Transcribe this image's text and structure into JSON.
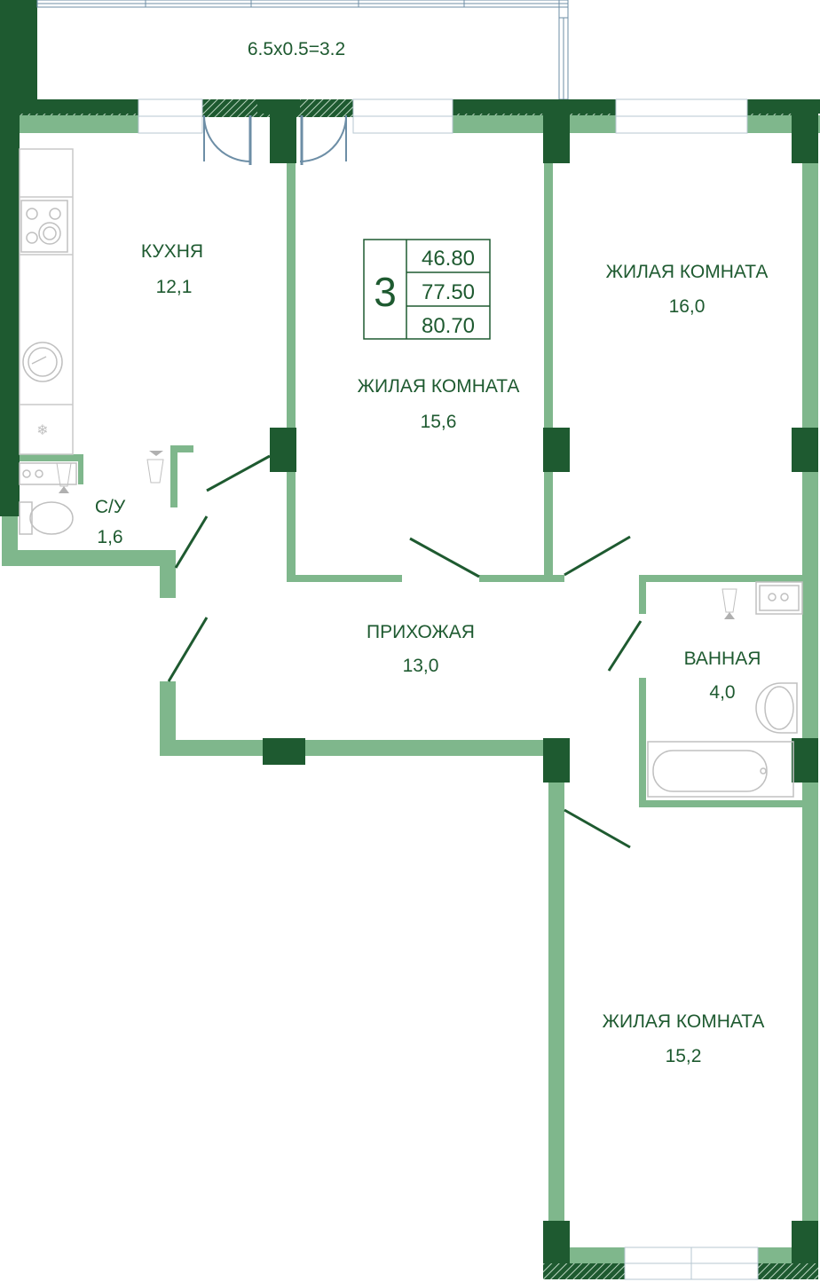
{
  "balcony": {
    "dimensions": "6.5x0.5=3.2"
  },
  "summary": {
    "rooms_count": "3",
    "living_area": "46.80",
    "total_area": "77.50",
    "total_with_balcony": "80.70"
  },
  "rooms": [
    {
      "id": "kitchen",
      "name": "КУХНЯ",
      "area": "12,1"
    },
    {
      "id": "living1",
      "name": "ЖИЛАЯ КОМНАТА",
      "area": "15,6"
    },
    {
      "id": "living2",
      "name": "ЖИЛАЯ КОМНАТА",
      "area": "16,0"
    },
    {
      "id": "wc",
      "name": "С/У",
      "area": "1,6"
    },
    {
      "id": "hallway",
      "name": "ПРИХОЖАЯ",
      "area": "13,0"
    },
    {
      "id": "bathroom",
      "name": "ВАННАЯ",
      "area": "4,0"
    },
    {
      "id": "living3",
      "name": "ЖИЛАЯ КОМНАТА",
      "area": "15,2"
    }
  ],
  "colors": {
    "wall_light": "#7fb78c",
    "wall_dark": "#1e5a30",
    "text": "#1e5a30",
    "window": "#cfdde6"
  }
}
